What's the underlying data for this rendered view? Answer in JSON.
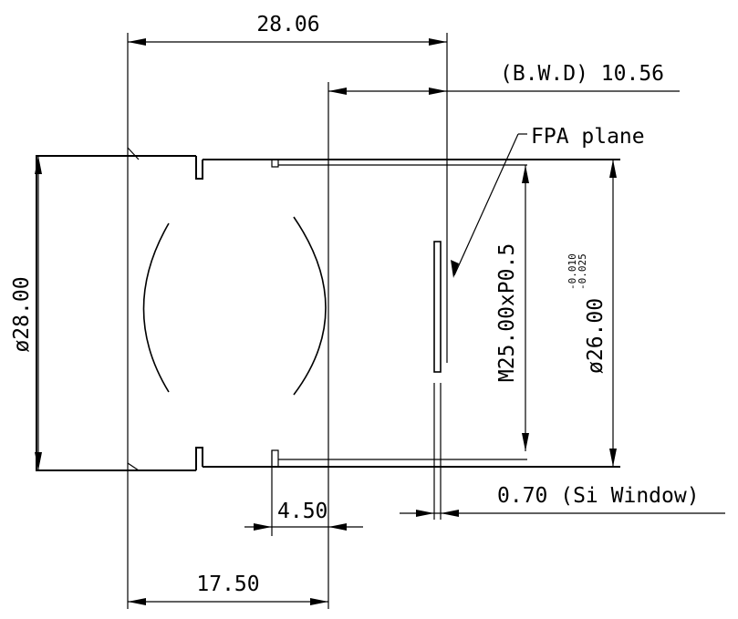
{
  "labels": {
    "overall_length": "28.06",
    "back_working_distance": "(B.W.D) 10.56",
    "fpa_plane": "FPA plane",
    "outer_diameter": "ø28.00",
    "thread": "M25.00xP0.5",
    "flange_diameter": "ø26.00",
    "tol_upper": "-0.010",
    "tol_lower": "-0.025",
    "step_length": "4.50",
    "window_thickness": "0.70 (Si Window)",
    "body_length": "17.50"
  }
}
